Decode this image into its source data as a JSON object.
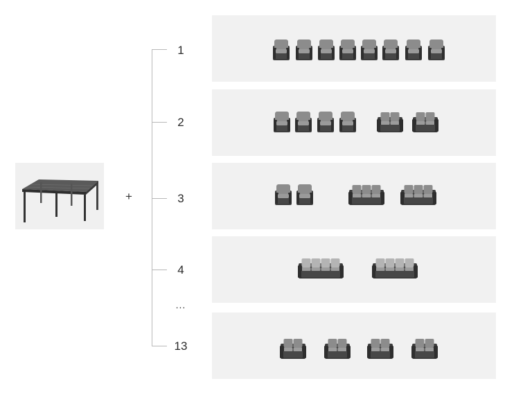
{
  "colors": {
    "panel_bg": "#f1f1f1",
    "frame_dark": "#3d3d3d",
    "cushion_gray": "#8c8c8c",
    "bracket": "#b8b8b8"
  },
  "table": {
    "icon": "dining-table-icon"
  },
  "plus": "+",
  "ellipsis": "...",
  "options": [
    {
      "label": "1",
      "items": [
        "armchair",
        "armchair",
        "armchair",
        "armchair",
        "armchair",
        "armchair",
        "armchair",
        "armchair"
      ]
    },
    {
      "label": "2",
      "items": [
        "armchair",
        "armchair",
        "armchair",
        "armchair",
        "sofa-2",
        "sofa-2"
      ]
    },
    {
      "label": "3",
      "items": [
        "armchair",
        "armchair",
        "sofa-3",
        "sofa-3"
      ]
    },
    {
      "label": "4",
      "items": [
        "sofa-4",
        "sofa-4"
      ]
    },
    {
      "label": "13",
      "items": [
        "sofa-2",
        "sofa-2",
        "sofa-2",
        "sofa-2"
      ]
    }
  ]
}
